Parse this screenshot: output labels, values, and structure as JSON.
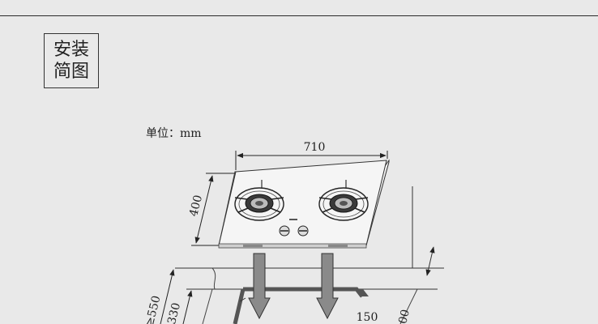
{
  "heading": {
    "line1": "安装",
    "line2": "简图"
  },
  "unit": "单位：mm",
  "dimensions": {
    "width": "710",
    "depth": "400",
    "cutout_depth": "330",
    "min_depth": "≥550",
    "side_gap": "150",
    "right_partial": "00"
  }
}
